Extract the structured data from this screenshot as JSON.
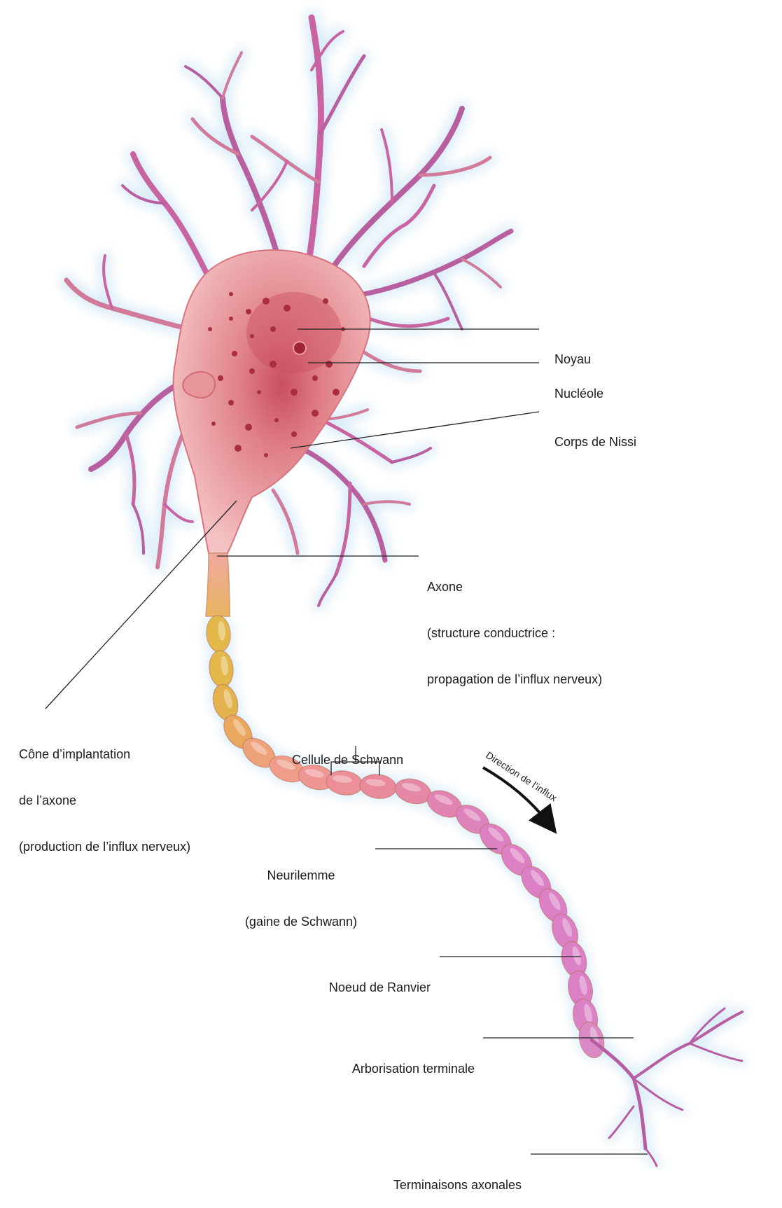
{
  "labels": {
    "noyau": "Noyau",
    "nucleole": "Nucléole",
    "nissl": "Corps de Nissi",
    "axone": [
      "Axone",
      "(structure conductrice :",
      "propagation de l’influx nerveux)"
    ],
    "cone": [
      "Cône d’implantation",
      "de l’axone",
      "(production de l’influx nerveux)"
    ],
    "schwann": "Cellule de Schwann",
    "direction": "Direction de l’influx",
    "neurilemme": [
      "Neurilemme",
      "(gaine de Schwann)"
    ],
    "ranvier": "Noeud de Ranvier",
    "arborisation": "Arborisation terminale",
    "terminaisons": "Terminaisons axonales"
  },
  "colors": {
    "background": "#ffffff",
    "soma": "#e8909a",
    "dendrite": "#c3609e",
    "nucleus": "#c84858",
    "axon_proximal": "#e8b460",
    "myelin_yellow": "#e2b84a",
    "myelin_pink": "#dd7fc2",
    "glow": "#cfe6f6",
    "leader_line": "#222222"
  },
  "icons": {
    "direction_arrow": "curved-arrow-icon"
  }
}
